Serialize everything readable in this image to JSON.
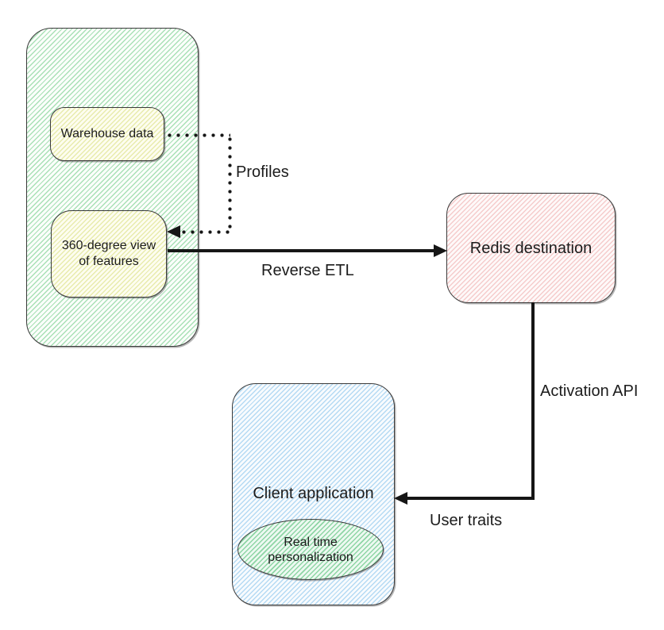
{
  "diagram": {
    "nodes": {
      "warehouse_group": {
        "label": "",
        "shape": "rounded-rect",
        "fill": "green-hatch"
      },
      "warehouse_data": {
        "label": "Warehouse data",
        "shape": "rounded-rect",
        "fill": "yellow-hatch"
      },
      "feature_view": {
        "label": "360-degree view of features",
        "shape": "rounded-rect",
        "fill": "yellow-hatch"
      },
      "redis_destination": {
        "label": "Redis destination",
        "shape": "rounded-rect",
        "fill": "pink-hatch"
      },
      "client_application": {
        "label": "Client application",
        "shape": "rounded-rect",
        "fill": "blue-hatch"
      },
      "realtime_personalization": {
        "label": "Real time personalization",
        "shape": "ellipse",
        "fill": "green-hatch"
      }
    },
    "edges": {
      "profiles": {
        "label": "Profiles",
        "style": "dotted",
        "from": "warehouse_data",
        "to": "feature_view"
      },
      "reverse_etl": {
        "label": "Reverse ETL",
        "style": "solid",
        "from": "feature_view",
        "to": "redis_destination"
      },
      "activation_api": {
        "label": "Activation API",
        "style": "solid",
        "from": "redis_destination",
        "to": "client_application"
      },
      "user_traits": {
        "label": "User traits",
        "style": "solid",
        "from": "redis_destination",
        "to": "client_application"
      }
    },
    "colors": {
      "group_hatch": "#a9e0b6",
      "box_yellow_hatch": "#e8ebad",
      "redis_hatch": "#f5cccc",
      "client_hatch": "#b5daf3",
      "ellipse_hatch": "#8ed5a5",
      "border": "#3a3a3a",
      "line": "#161616",
      "text": "#1c1c1c",
      "background": "#ffffff"
    }
  }
}
